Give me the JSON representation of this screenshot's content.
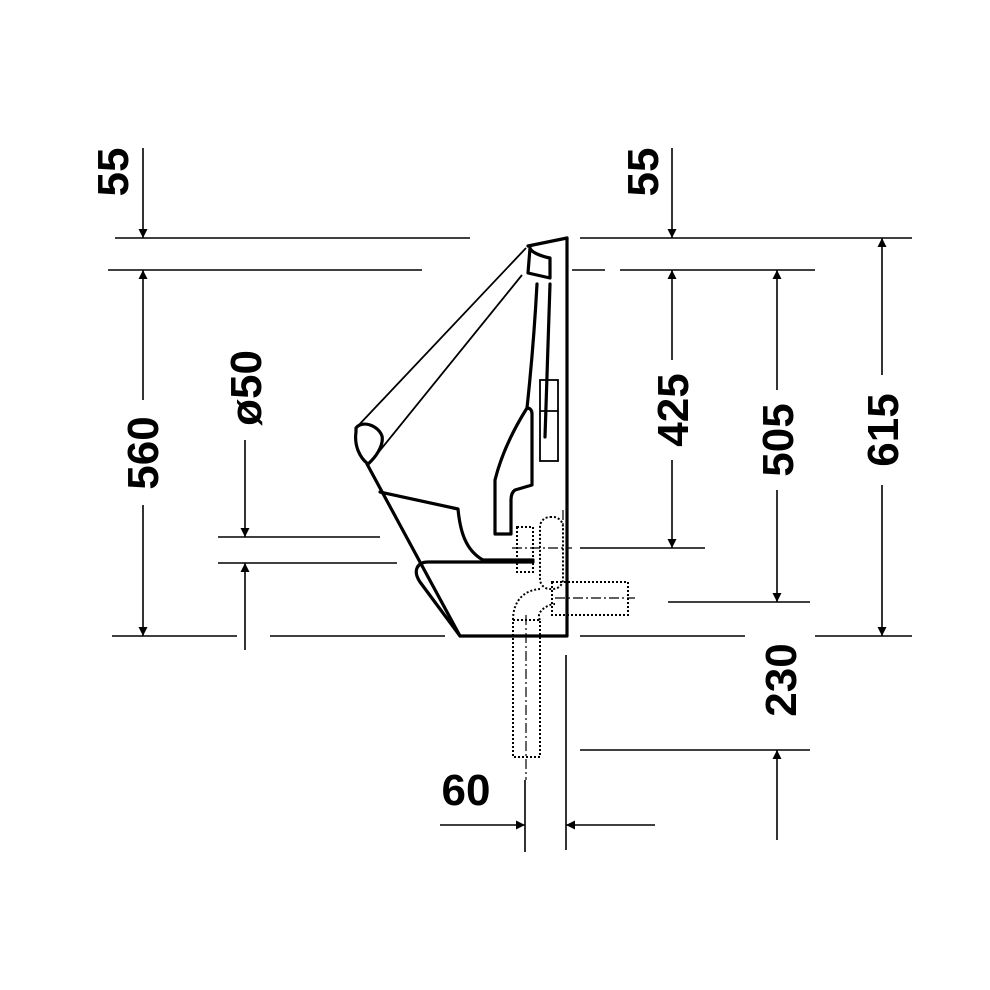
{
  "drawing": {
    "dimensions": {
      "top_left_offset": "55",
      "top_right_offset": "55",
      "left_height": "560",
      "inlet_diameter": "ø50",
      "inlet_height": "425",
      "outlet_height": "505",
      "overall_height": "615",
      "drain_below": "230",
      "drain_offset": "60"
    }
  }
}
